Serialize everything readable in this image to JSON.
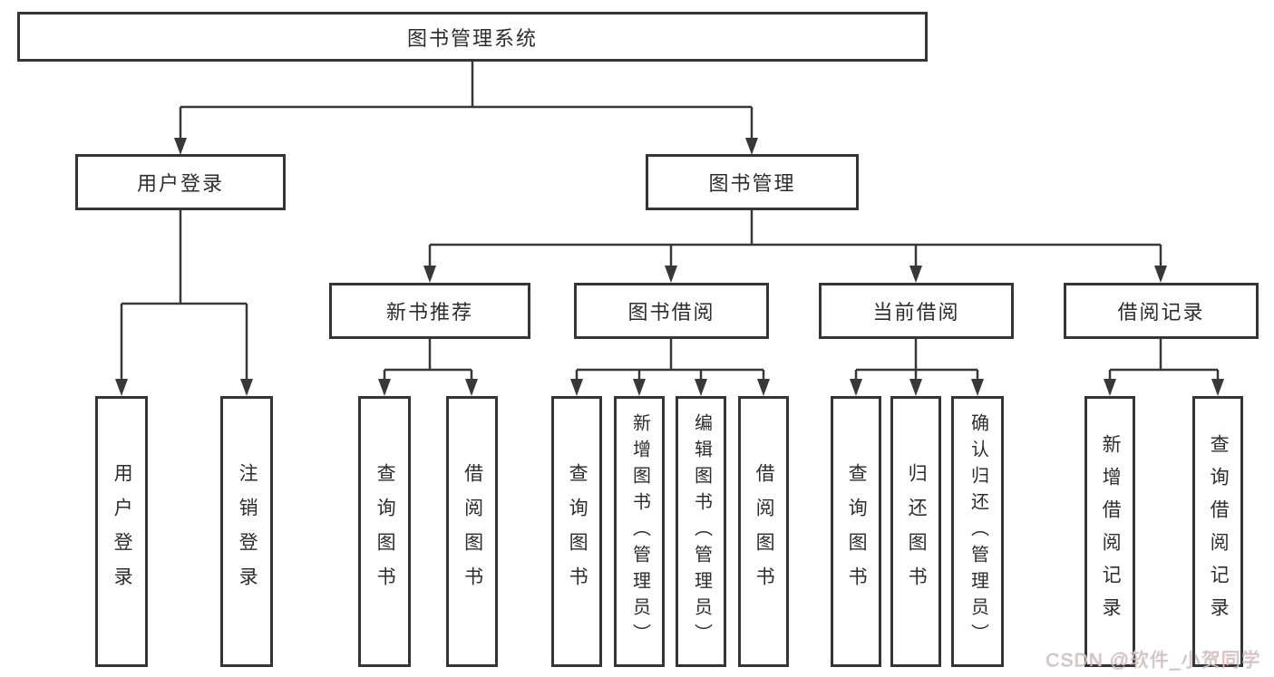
{
  "diagram": {
    "root": {
      "label": "图书管理系统"
    },
    "level2": [
      {
        "label": "用户登录"
      },
      {
        "label": "图书管理"
      }
    ],
    "level3": [
      {
        "label": "新书推荐"
      },
      {
        "label": "图书借阅"
      },
      {
        "label": "当前借阅"
      },
      {
        "label": "借阅记录"
      }
    ],
    "children": {
      "user_login": [
        "用户登录",
        "注销登录"
      ],
      "new_book_recommend": [
        "查询图书",
        "借阅图书"
      ],
      "book_borrow": [
        "查询图书",
        "新增图书（管理员）",
        "编辑图书（管理员）",
        "借阅图书"
      ],
      "current_borrow": [
        "查询图书",
        "归还图书",
        "确认归还（管理员）"
      ],
      "borrow_record": [
        "新增借阅记录",
        "查询借阅记录"
      ]
    }
  },
  "watermark": {
    "text": "CSDN @软件_小贺同学"
  },
  "colors": {
    "line": "#383838",
    "box_border": "#353535",
    "text": "#2d2d2d",
    "background": "#ffffff",
    "watermark": "#c7c7c7"
  }
}
